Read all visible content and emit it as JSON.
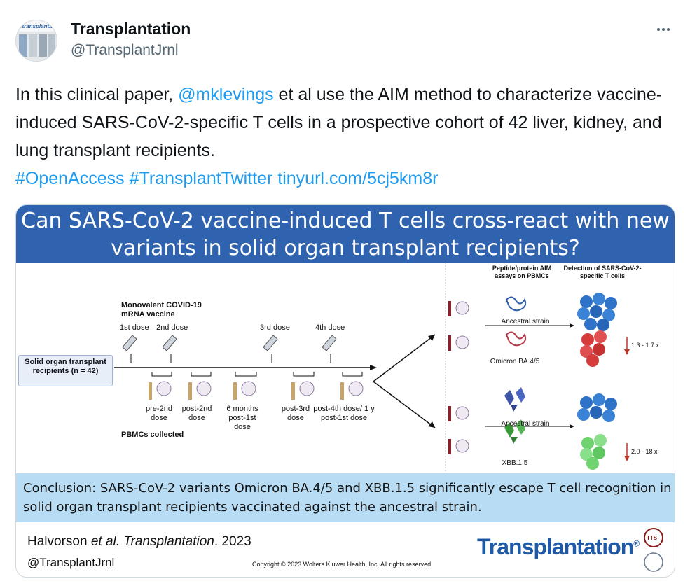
{
  "tweet": {
    "display_name": "Transplantation",
    "handle": "@TransplantJrnl",
    "avatar_text": "#transplantation",
    "text_part1": "In this clinical paper, ",
    "mention": "@mklevings",
    "text_part2": " et al use the AIM method to characterize vaccine-induced SARS-CoV-2-specific T cells in a prospective cohort of 42 liver, kidney, and lung transplant recipients.",
    "hashtag1": "#OpenAccess",
    "hashtag2": "#TransplantTwitter",
    "link": "tinyurl.com/5cj5km8r",
    "more_icon": "ellipsis-icon"
  },
  "abstract": {
    "title": "Can SARS-CoV-2 vaccine-induced T cells cross-react with new variants in solid organ transplant recipients?",
    "cohort_label": "Solid organ transplant recipients (n = 42)",
    "vaccine_label": "Monovalent COVID-19 mRNA vaccine",
    "doses": [
      "1st dose",
      "2nd dose",
      "3rd dose",
      "4th dose"
    ],
    "timepoints": [
      "pre-2nd dose",
      "post-2nd dose",
      "6 months post-1st dose",
      "post-3rd dose",
      "post-4th dose/ 1 y post-1st dose"
    ],
    "pbmc_label": "PBMCs collected",
    "col_assay": "Peptide/protein AIM assays on PBMCs",
    "col_detection": "Detection of SARS-CoV-2-specific T cells",
    "strains": [
      "Ancestral strain",
      "Omicron BA.4/5",
      "Ancestral strain",
      "XBB.1.5"
    ],
    "fold_changes": [
      "1.3 - 1.7 x",
      "2.0 - 18 x"
    ],
    "conclusion": "Conclusion: SARS-CoV-2 variants Omicron BA.4/5 and XBB.1.5 significantly escape T cell recognition in solid organ transplant recipients vaccinated against the ancestral strain.",
    "citation_author": "Halvorson ",
    "citation_etal": "et al",
    "citation_journal": ". Transplantation",
    "citation_year": ". 2023",
    "handle": "@TransplantJrnl",
    "copyright": "Copyright © 2023 Wolters Kluwer Health, Inc. All rights reserved",
    "logo_text": "Transplantation",
    "logo_mark": "®",
    "tts_mark": "TTS"
  },
  "colors": {
    "title_bar": "#2f63b0",
    "conclusion_bar": "#b7dcf4",
    "link": "#1d9bf0",
    "ancestral_cells": "#2e73c8",
    "omicron_cells": "#d63b3b",
    "xbb_cells": "#6fd46f",
    "logo": "#1f5aa8"
  }
}
